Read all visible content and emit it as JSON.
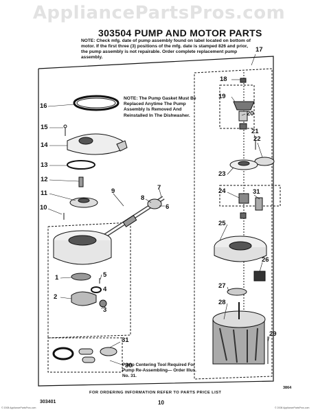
{
  "watermark": "AppliancePartsPros.com",
  "title": "303504 PUMP AND MOTOR PARTS",
  "note_top": "NOTE: Check mfg. date of pump assembly found on label located on bottom of motor. If the first three (3) positions of the mfg. date is stamped 826 and prior, the pump assembly is not repairable. Order complete replacement pump assembly.",
  "note_gasket": "NOTE: The Pump Gasket Must Be Replaced Anytime The Pump Assembly Is Removed And Reinstalled In The Dishwasher.",
  "note_tool": "Pump Centering Tool Required For Pump Re-Assembling— Order Illus. No. 31.",
  "order_info": "FOR ORDERING INFORMATION REFER TO PARTS PRICE LIST",
  "page_code": "303401",
  "page_number": "10",
  "diagram_code": "3864",
  "footer_left": "© 2008 AppliancePartsPros.com",
  "footer_right": "© 2008 AppliancePartsPros.com",
  "callouts": {
    "c1": "1",
    "c2": "2",
    "c3": "3",
    "c4": "4",
    "c5": "5",
    "c6": "6",
    "c7": "7",
    "c8": "8",
    "c9": "9",
    "c10": "10",
    "c11": "11",
    "c12": "12",
    "c13": "13",
    "c14": "14",
    "c15": "15",
    "c16": "16",
    "c17": "17",
    "c18": "18",
    "c19": "19",
    "c20": "20",
    "c21": "21",
    "c22": "22",
    "c23": "23",
    "c24": "24",
    "c25": "25",
    "c26": "26",
    "c27": "27",
    "c28": "28",
    "c29": "29",
    "c30": "30",
    "c31a": "31",
    "c31b": "31"
  }
}
